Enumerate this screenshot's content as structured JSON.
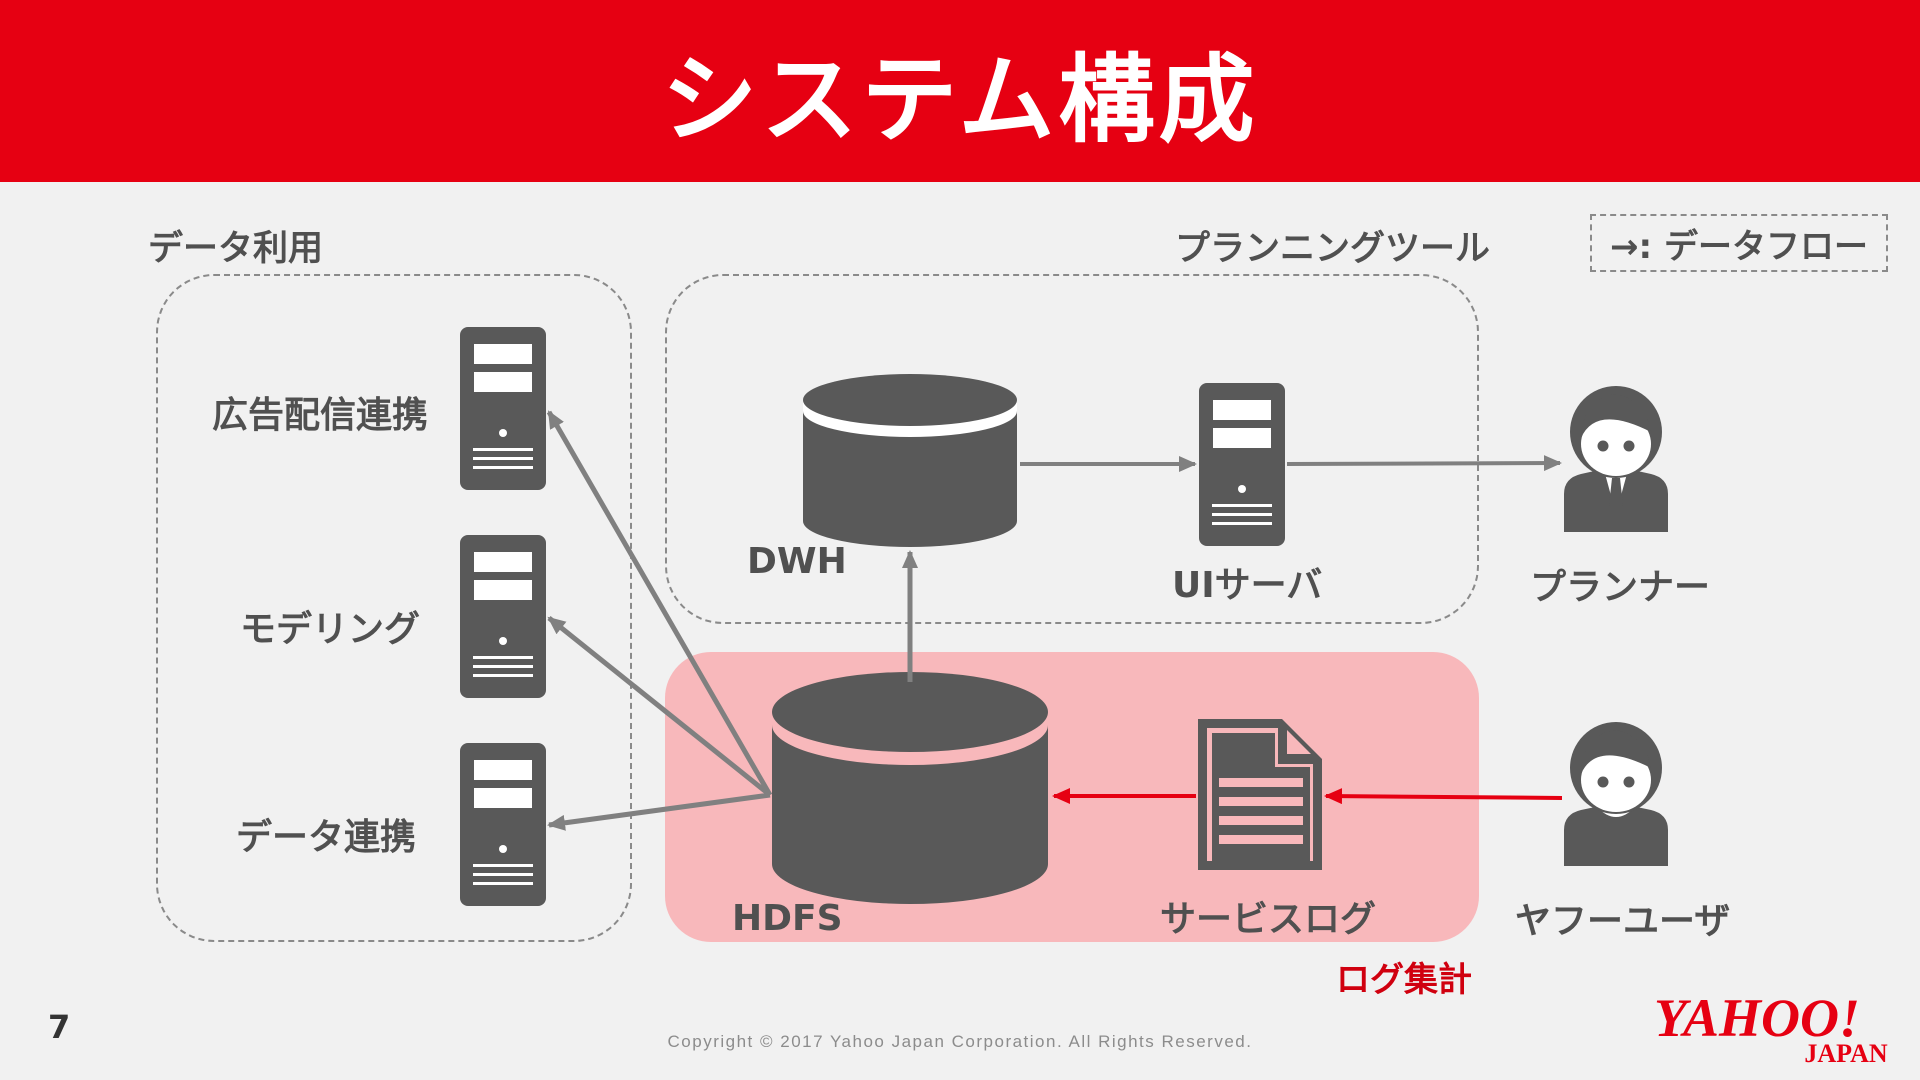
{
  "title": "システム構成",
  "legend": "→: データフロー",
  "groups": {
    "data_usage": {
      "title": "データ利用",
      "items": [
        "広告配信連携",
        "モデリング",
        "データ連携"
      ]
    },
    "planning_tool": {
      "title": "プランニングツール"
    },
    "log_aggregation": {
      "title": "ログ集計"
    }
  },
  "nodes": {
    "dwh": "DWH",
    "ui_server": "UIサーバ",
    "planner": "プランナー",
    "hdfs": "HDFS",
    "service_log": "サービスログ",
    "yahoo_user": "ヤフーユーザ"
  },
  "colors": {
    "header": "#e60012",
    "icon": "#595959",
    "arrow": "#808080",
    "arrow_red": "#e60012",
    "log_box": "#f8b8bb"
  },
  "footer": {
    "page_number": "7",
    "copyright": "Copyright © 2017 Yahoo Japan Corporation. All Rights Reserved."
  },
  "logo": {
    "text": "YAHOO!",
    "sub": "JAPAN"
  }
}
